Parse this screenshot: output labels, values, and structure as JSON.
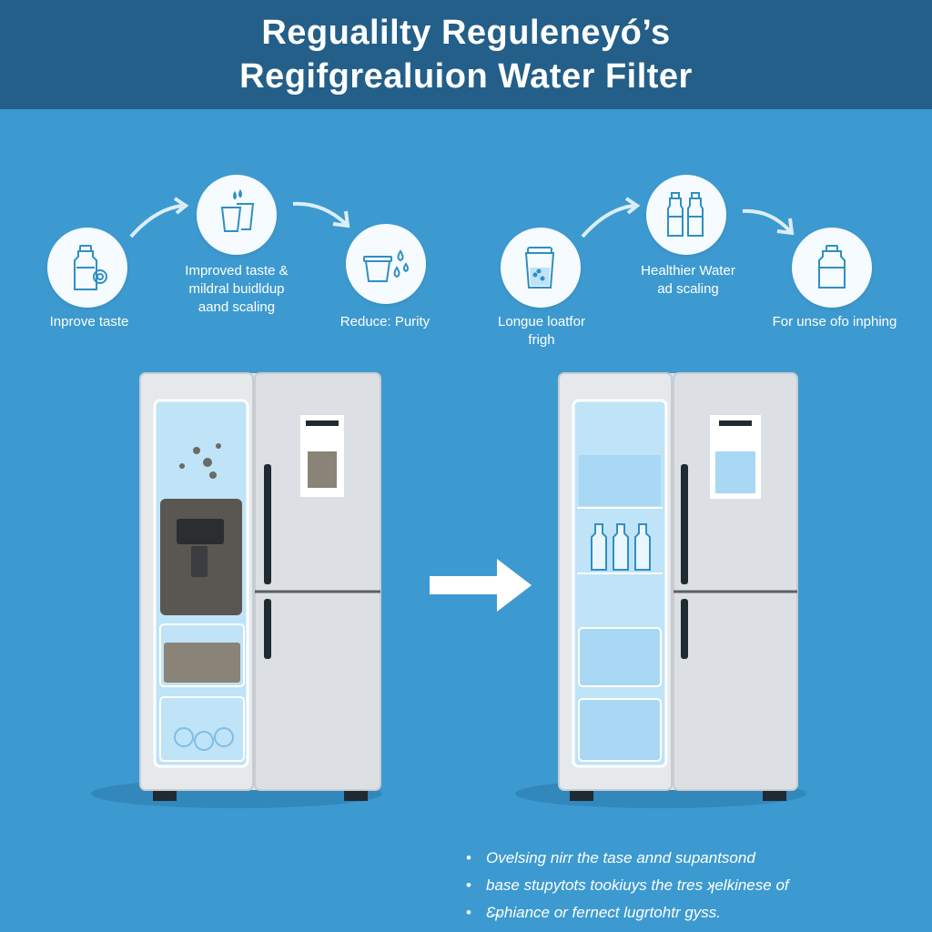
{
  "header": {
    "title_line1": "Regualilty Reguleneyó’s",
    "title_line2": "Regifgrealuion Water Filter"
  },
  "features": [
    {
      "icon": "water-bottle-gear-icon",
      "caption": "Inprove taste"
    },
    {
      "icon": "water-cups-icon",
      "caption": "Improved taste &\nmildral buidldup\naand scaling"
    },
    {
      "icon": "water-container-drops-icon",
      "caption": "Reduce: Purity"
    },
    {
      "icon": "water-jug-icon",
      "caption": "Longue loatfor\nfrigh"
    },
    {
      "icon": "twin-bottles-icon",
      "caption": "Healthier Water\nad scaling"
    },
    {
      "icon": "single-bottle-icon",
      "caption": "For unse ofo inphing"
    }
  ],
  "bullets": [
    "Ovelsing nirr the tase annd supantsond",
    "base stupytots tookiuys the tres ʞelkinese of",
    "Ɛ̶phiance or fernect lugrtohtr gyss."
  ],
  "colors": {
    "background": "#3d9ad0",
    "header": "#235f88",
    "icon_stroke": "#2f8fc4",
    "fridge": "#dfe2e6",
    "dirty_water": "#5a5652",
    "clean_water": "#bfe3f7"
  }
}
